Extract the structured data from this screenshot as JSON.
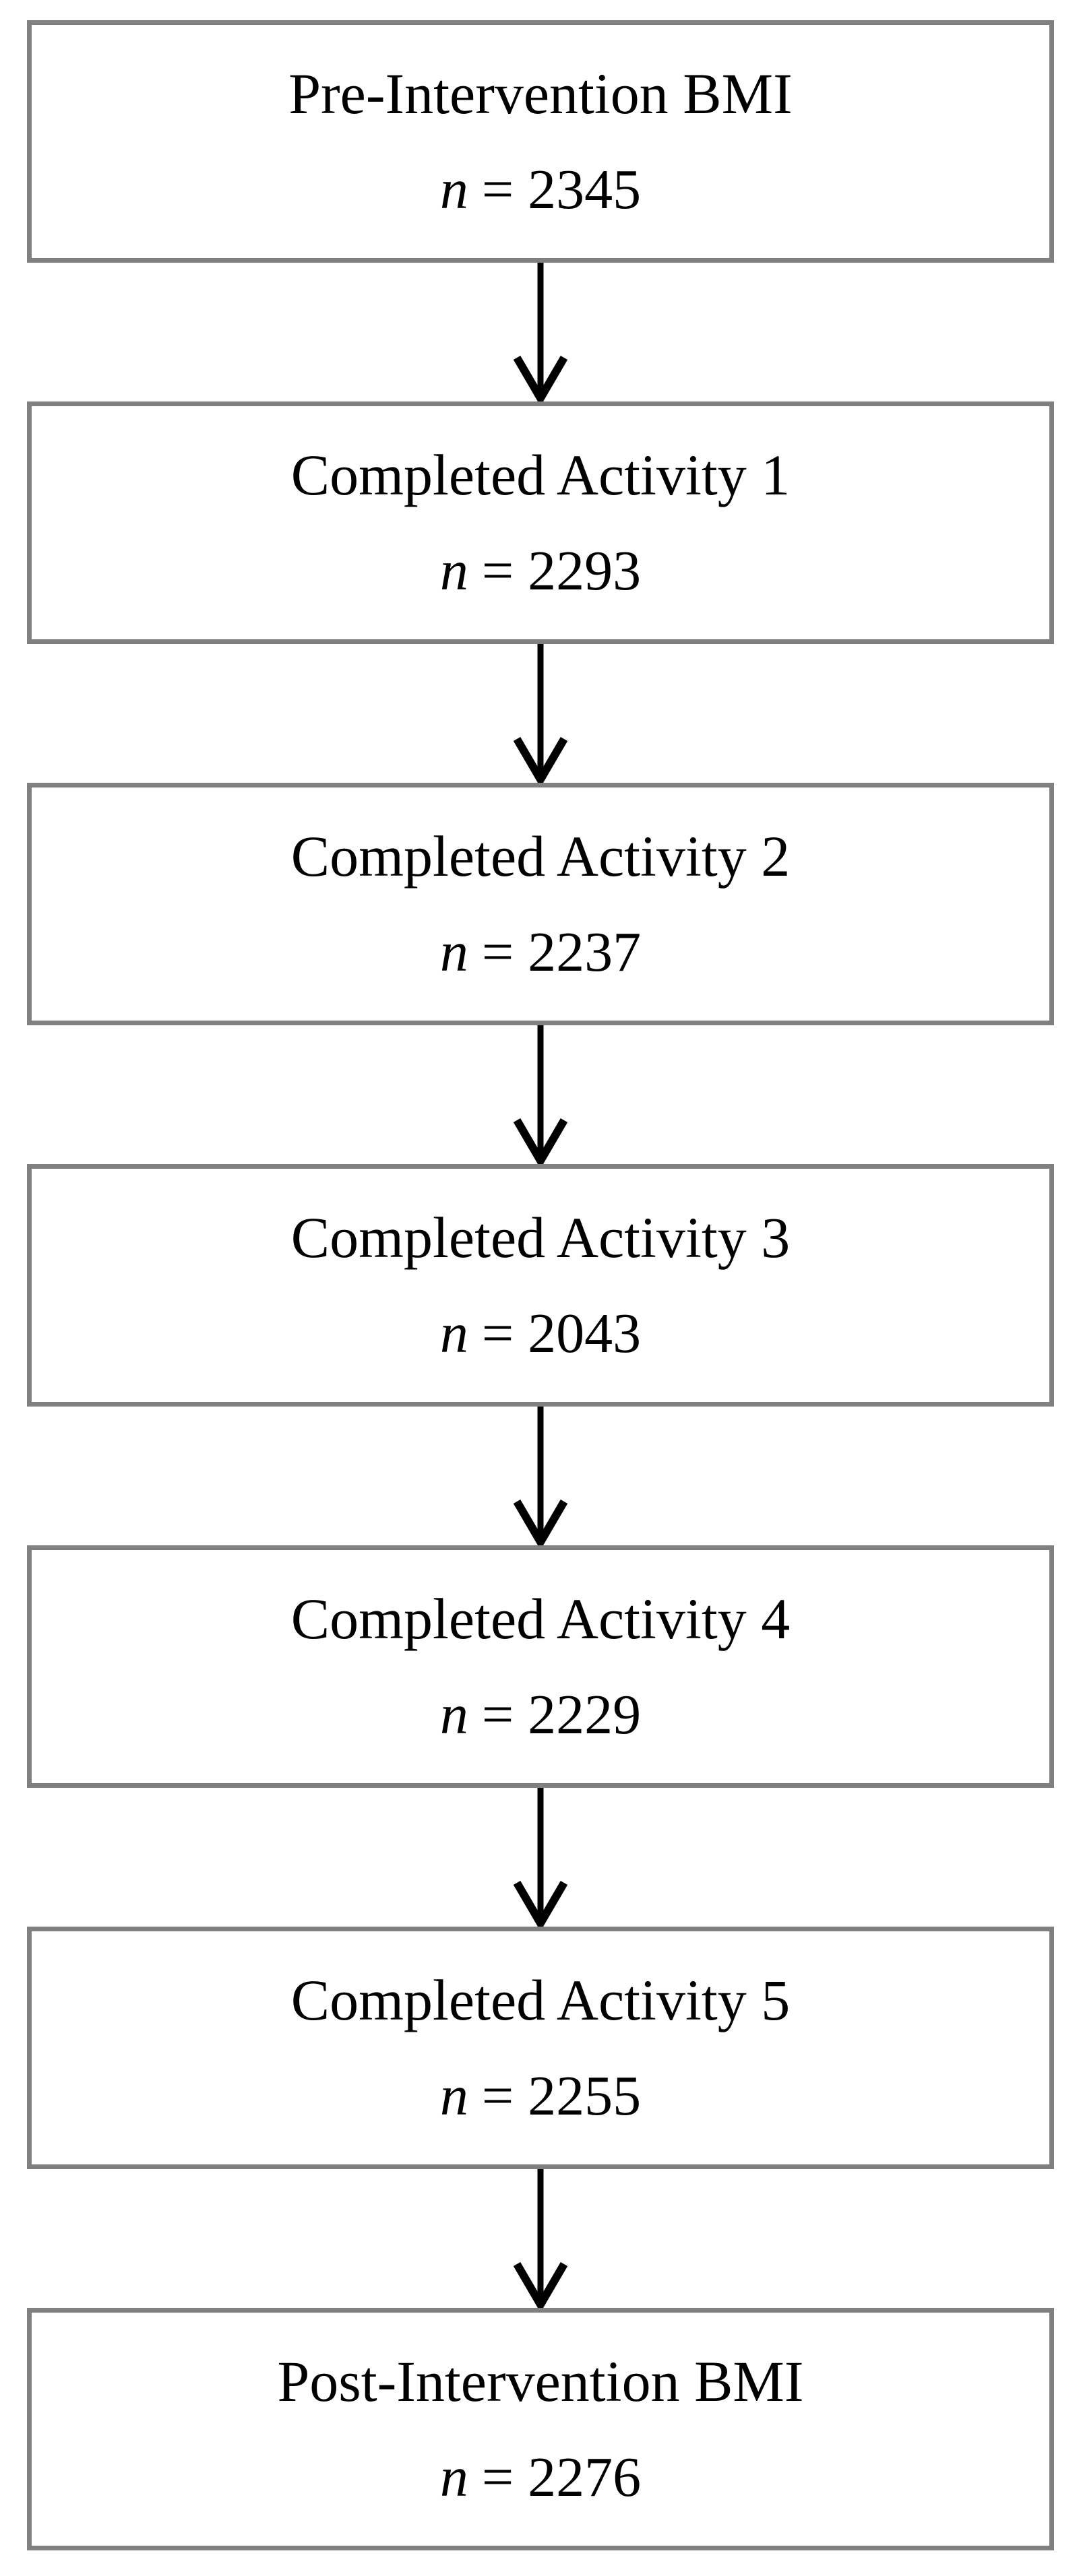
{
  "diagram": {
    "steps": [
      {
        "label": "Pre-Intervention BMI",
        "n_symbol": "n",
        "n_rest": "= 2345"
      },
      {
        "label": "Completed Activity 1",
        "n_symbol": "n",
        "n_rest": "= 2293"
      },
      {
        "label": "Completed Activity 2",
        "n_symbol": "n",
        "n_rest": "= 2237"
      },
      {
        "label": "Completed Activity 3",
        "n_symbol": "n",
        "n_rest": "= 2043"
      },
      {
        "label": "Completed Activity 4",
        "n_symbol": "n",
        "n_rest": "= 2229"
      },
      {
        "label": "Completed Activity 5",
        "n_symbol": "n",
        "n_rest": "= 2255"
      },
      {
        "label": "Post-Intervention BMI",
        "n_symbol": "n",
        "n_rest": "= 2276"
      }
    ],
    "colors": {
      "box_border": "#808080",
      "text": "#000000",
      "arrow": "#000000",
      "background": "#ffffff"
    }
  }
}
